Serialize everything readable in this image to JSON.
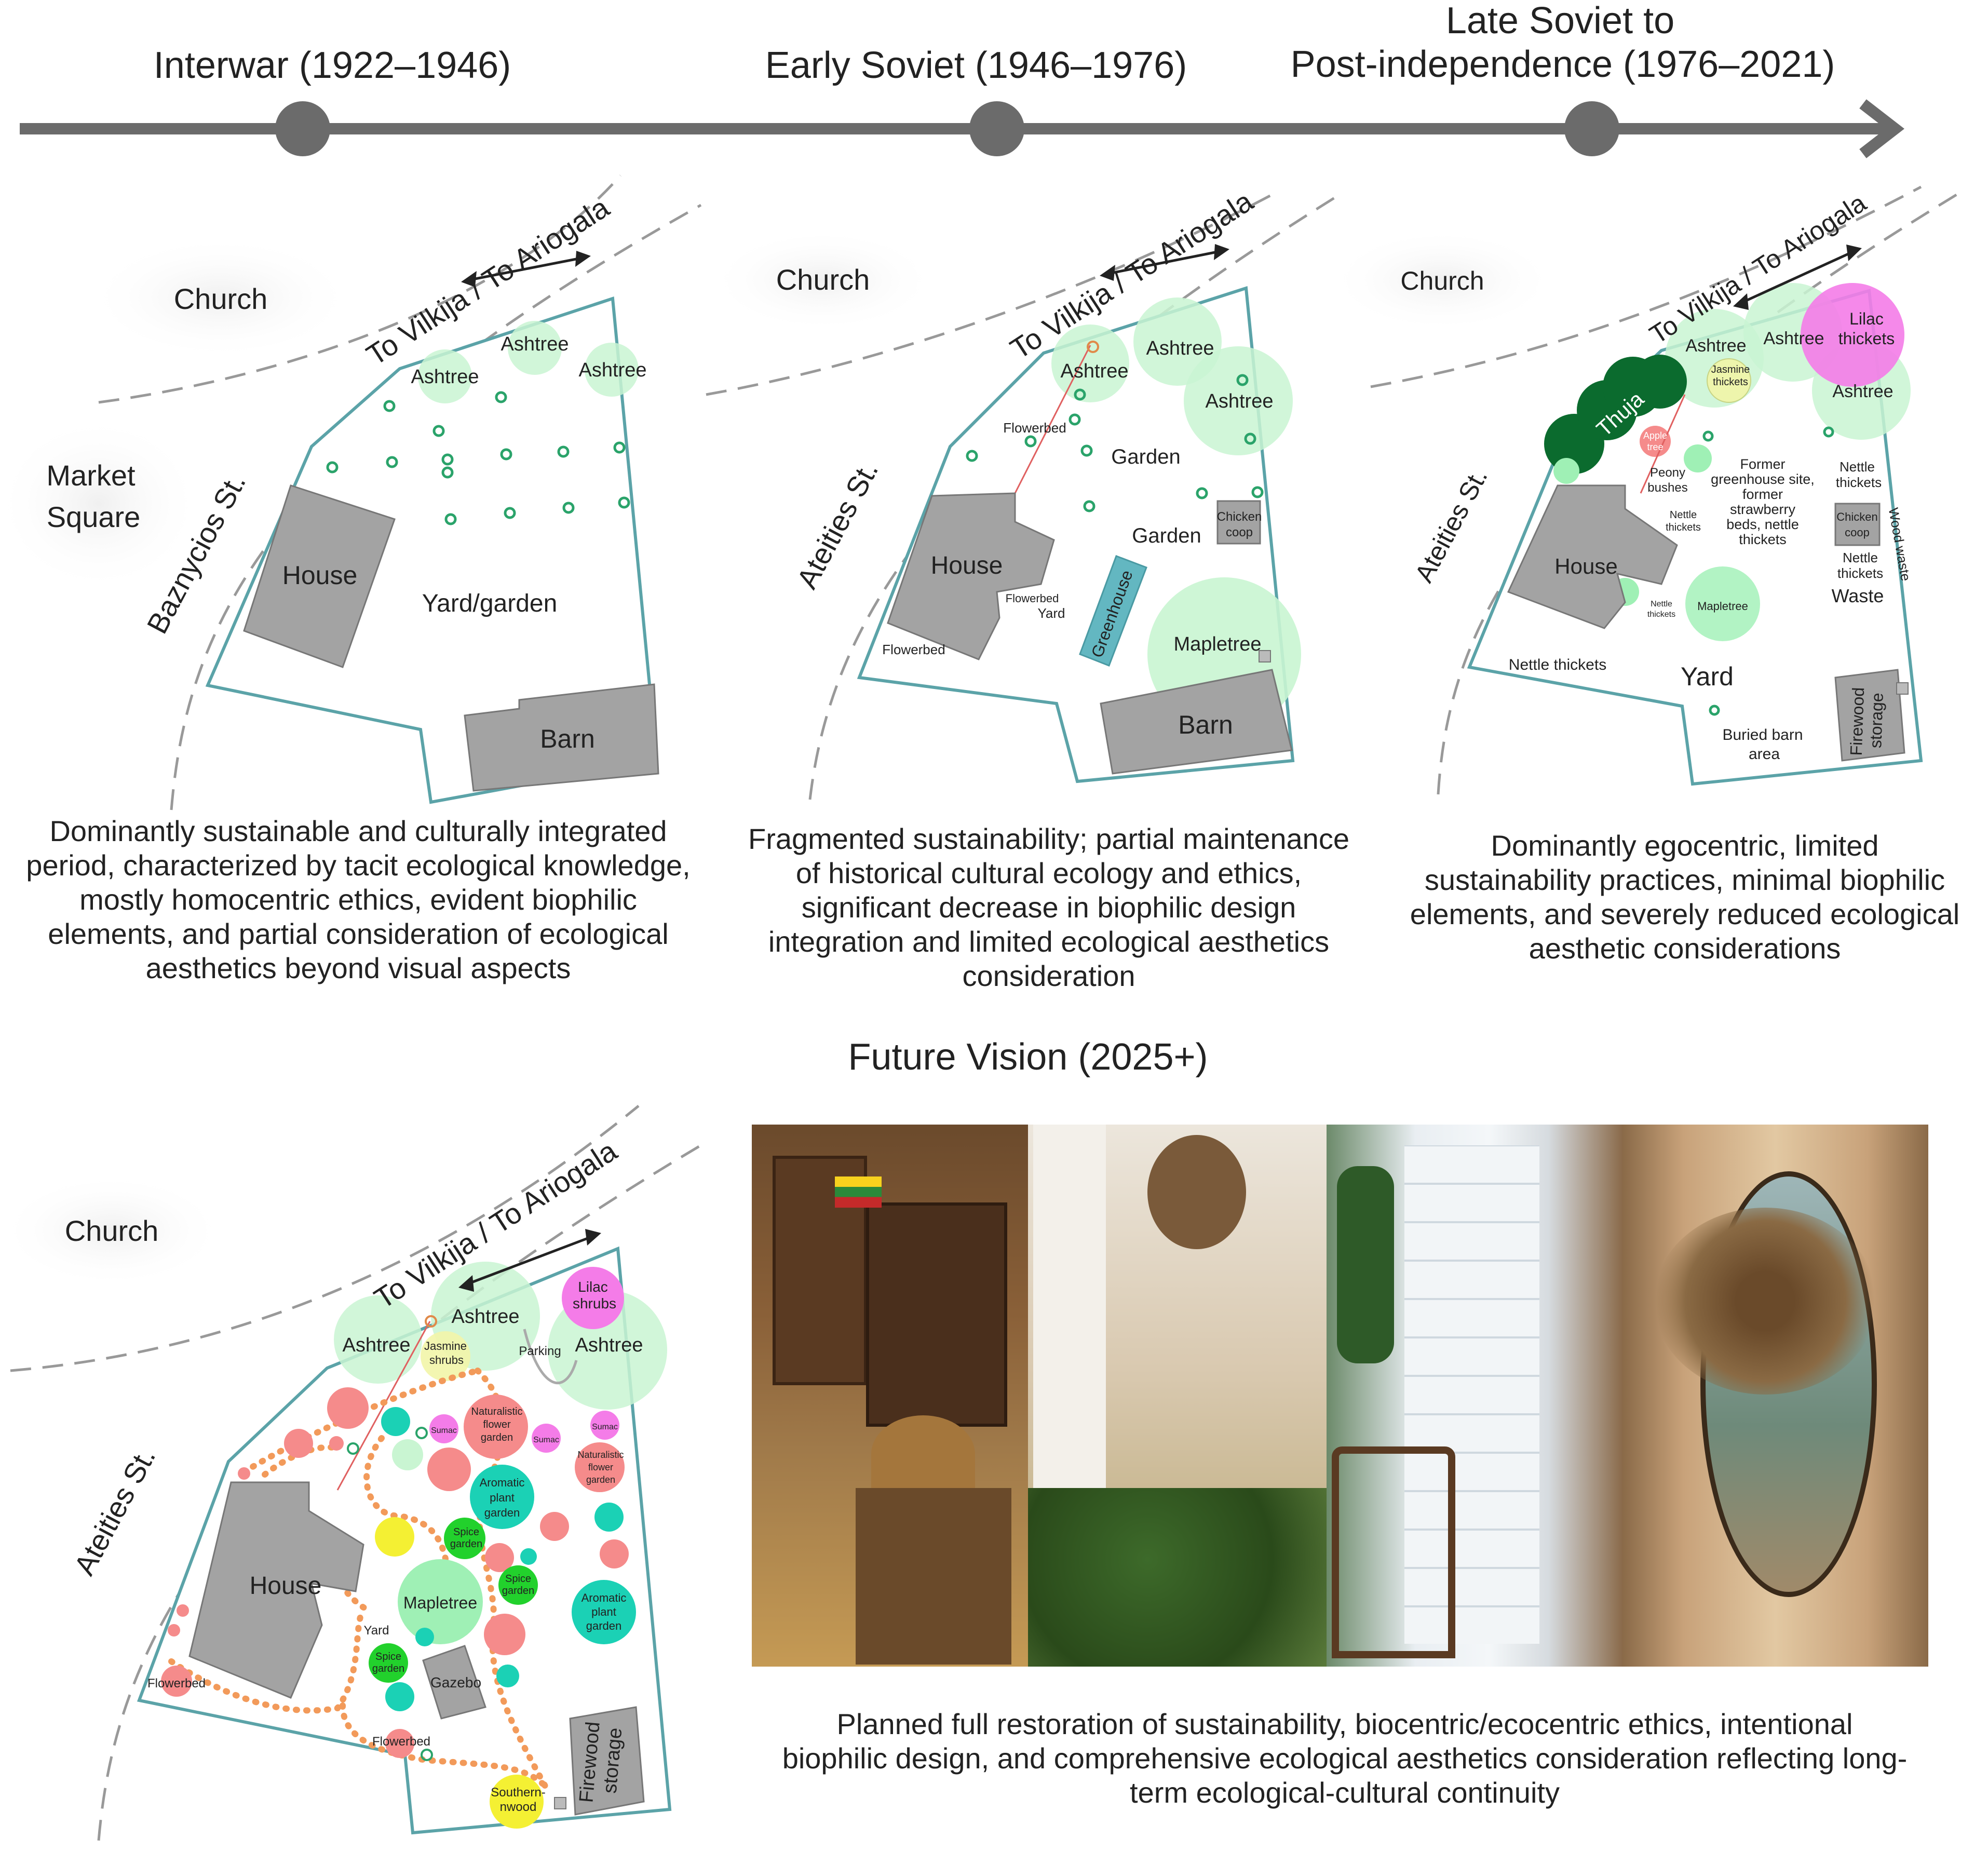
{
  "timeline": {
    "periods": [
      {
        "label": "Interwar (1922–1946)"
      },
      {
        "label": "Early Soviet (1946–1976)"
      },
      {
        "label_line1": "Late Soviet to",
        "label_line2": "Post-independence (1976–2021)"
      }
    ],
    "future_title": "Future Vision (2025+)"
  },
  "colors": {
    "arrow": "#6b6b6b",
    "boundary": "#5ba3a8",
    "building": "#a3a3a3",
    "tree_canopy": "#c9f5d2",
    "small_tree": "#2aa36a",
    "dark_thuja": "#0b6b2e",
    "lilac": "#f47ce8",
    "pink_flower": "#f58b8b",
    "aromatic": "#1bd1b5",
    "spice": "#22d12c",
    "yellow": "#f4f033",
    "path_dots": "#f29a5a",
    "greenhouse": "#63b7c1"
  },
  "maps": {
    "interwar": {
      "church": "Church",
      "road": "To Vilkija / To Ariogala",
      "market_line1": "Market",
      "market_line2": "Square",
      "street": "Baznycios St.",
      "house": "House",
      "yard": "Yard/garden",
      "barn": "Barn",
      "trees": [
        "Ashtree",
        "Ashtree",
        "Ashtree"
      ],
      "caption_lines": [
        "Dominantly sustainable and culturally integrated",
        "period, characterized by tacit ecological knowledge,",
        "mostly homocentric ethics, evident biophilic",
        "elements, and partial consideration of ecological",
        "aesthetics beyond visual aspects"
      ]
    },
    "early_soviet": {
      "church": "Church",
      "road": "To Vilkija / To Ariogala",
      "street": "Ateities St.",
      "house": "House",
      "garden1": "Garden",
      "garden2": "Garden",
      "flowerbed1": "Flowerbed",
      "flowerbed2": "Flowerbed",
      "flowerbed3": "Flowerbed",
      "yard": "Yard",
      "greenhouse": "Greenhouse",
      "chicken_line1": "Chicken",
      "chicken_line2": "coop",
      "mapletree": "Mapletree",
      "barn": "Barn",
      "trees": [
        "Ashtree",
        "Ashtree",
        "Ashtree"
      ],
      "caption_lines": [
        "Fragmented sustainability; partial maintenance",
        "of historical cultural ecology and ethics,",
        "significant decrease in biophilic design",
        "integration and limited ecological aesthetics",
        "consideration"
      ]
    },
    "late_soviet": {
      "church": "Church",
      "road": "To Vilkija / To Ariogala",
      "street": "Ateities St.",
      "house": "House",
      "trees": [
        "Ashtree",
        "Ashtree",
        "Ashtree"
      ],
      "lilac_line1": "Lilac",
      "lilac_line2": "thickets",
      "jasmine_line1": "Jasmine",
      "jasmine_line2": "thickets",
      "thuja": "Thuja",
      "apple_line1": "Apple",
      "apple_line2": "tree",
      "peony_line1": "Peony",
      "peony_line2": "bushes",
      "former_lines": [
        "Former",
        "greenhouse site,",
        "former",
        "strawberry",
        "beds, nettle",
        "thickets"
      ],
      "nettle_right_line1": "Nettle",
      "nettle_right_line2": "thickets",
      "nettle_house_line1": "Nettle",
      "nettle_house_line2": "thickets",
      "nettle_small_line1": "Nettle",
      "nettle_small_line2": "thickets",
      "nettle_mid_line1": "Nettle",
      "nettle_mid_line2": "thickets",
      "nettle_bottom": "Nettle thickets",
      "chicken_line1": "Chicken",
      "chicken_line2": "coop",
      "wood_waste": "Wood waste",
      "waste": "Waste",
      "mapletree": "Mapletree",
      "yard": "Yard",
      "buried_line1": "Buried barn",
      "buried_line2": "area",
      "firewood_line1": "Firewood",
      "firewood_line2": "storage",
      "caption_lines": [
        "Dominantly egocentric, limited",
        "sustainability practices, minimal biophilic",
        "elements, and severely reduced ecological",
        "aesthetic considerations"
      ]
    },
    "future": {
      "church": "Church",
      "road": "To Vilkija / To Ariogala",
      "street": "Ateities St.",
      "house": "House",
      "trees": [
        "Ashtree",
        "Ashtree",
        "Ashtree"
      ],
      "lilac_line1": "Lilac",
      "lilac_line2": "shrubs",
      "jasmine_line1": "Jasmine",
      "jasmine_line2": "shrubs",
      "parking": "Parking",
      "sumac": "Sumac",
      "naturalistic_line1": "Naturalistic",
      "naturalistic_line2": "flower",
      "naturalistic_line3": "garden",
      "aromatic_line1": "Aromatic",
      "aromatic_line2": "plant",
      "aromatic_line3": "garden",
      "spice_line1": "Spice",
      "spice_line2": "garden",
      "mapletree": "Mapletree",
      "yard": "Yard",
      "gazebo": "Gazebo",
      "flowerbed": "Flowerbed",
      "southernwood_line1": "Southern-",
      "southernwood_line2": "nwood",
      "firewood_line1": "Firewood",
      "firewood_line2": "storage",
      "caption_lines": [
        "Planned full restoration of sustainability, biocentric/ecocentric ethics, intentional",
        "biophilic design, and comprehensive ecological aesthetics consideration reflecting long-",
        "term ecological-cultural continuity"
      ]
    }
  },
  "photos": [
    {
      "name": "kitchen-interior-photo"
    },
    {
      "name": "window-greenery-photo"
    },
    {
      "name": "tiled-stove-photo"
    },
    {
      "name": "mirror-herbs-photo"
    }
  ]
}
